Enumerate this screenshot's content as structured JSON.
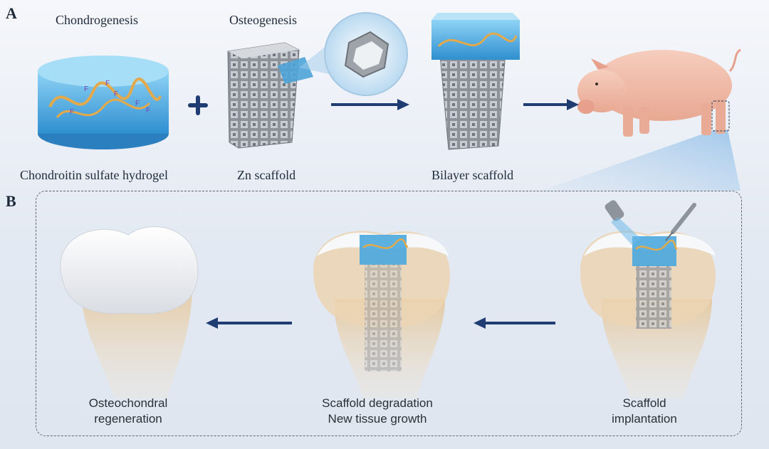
{
  "panels": {
    "a": "A",
    "b": "B"
  },
  "top": {
    "chondrogenesis": "Chondrogenesis",
    "osteogenesis": "Osteogenesis",
    "hydrogel_label": "Chondroitin sulfate hydrogel",
    "zn_label": "Zn scaffold",
    "bilayer_label": "Bilayer scaffold",
    "plus": "+"
  },
  "bottom": {
    "regen_line1": "Osteochondral",
    "regen_line2": "regeneration",
    "degr_line1": "Scaffold degradation",
    "degr_line2": "New tissue growth",
    "impl_line1": "Scaffold",
    "impl_line2": "implantation"
  },
  "colors": {
    "arrow": "#1f3d73",
    "hydrogel": "#5ab4e6",
    "scaffold": "#a9adb3",
    "bone": "#e8cfa8",
    "cartilage": "#f4f5f7",
    "pig": "#f0b9a6"
  }
}
